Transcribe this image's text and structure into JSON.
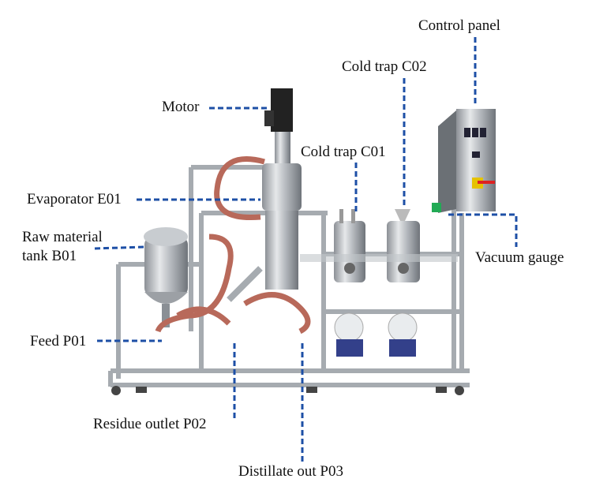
{
  "labels": {
    "control_panel": "Control panel",
    "cold_trap_c02": "Cold trap C02",
    "motor": "Motor",
    "cold_trap_c01": "Cold trap C01",
    "evaporator": "Evaporator E01",
    "raw_material_line1": "Raw material",
    "raw_material_line2": "tank B01",
    "vacuum_gauge": "Vacuum gauge",
    "feed": "Feed P01",
    "residue_outlet": "Residue outlet P02",
    "distillate_out": "Distillate out P03"
  },
  "colors": {
    "leader": "#1d4fa6",
    "steel": "#b9bdc2",
    "steel_dark": "#7d8288",
    "hose": "#b8695a"
  }
}
